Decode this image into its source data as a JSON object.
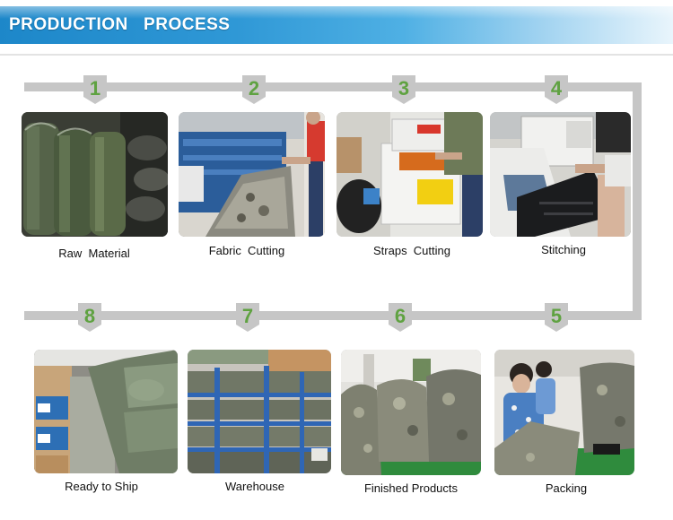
{
  "header": {
    "title": "PRODUCTION   PROCESS",
    "banner_color": "#2f98d6"
  },
  "track_color": "#c6c6c6",
  "marker_color": "#5fa241",
  "steps": [
    {
      "number": "1",
      "label": "Raw  Material"
    },
    {
      "number": "2",
      "label": "Fabric  Cutting"
    },
    {
      "number": "3",
      "label": "Straps  Cutting"
    },
    {
      "number": "4",
      "label": "Stitching"
    },
    {
      "number": "5",
      "label": "Packing"
    },
    {
      "number": "6",
      "label": "Finished Products"
    },
    {
      "number": "7",
      "label": "Warehouse"
    },
    {
      "number": "8",
      "label": "Ready to Ship"
    }
  ]
}
